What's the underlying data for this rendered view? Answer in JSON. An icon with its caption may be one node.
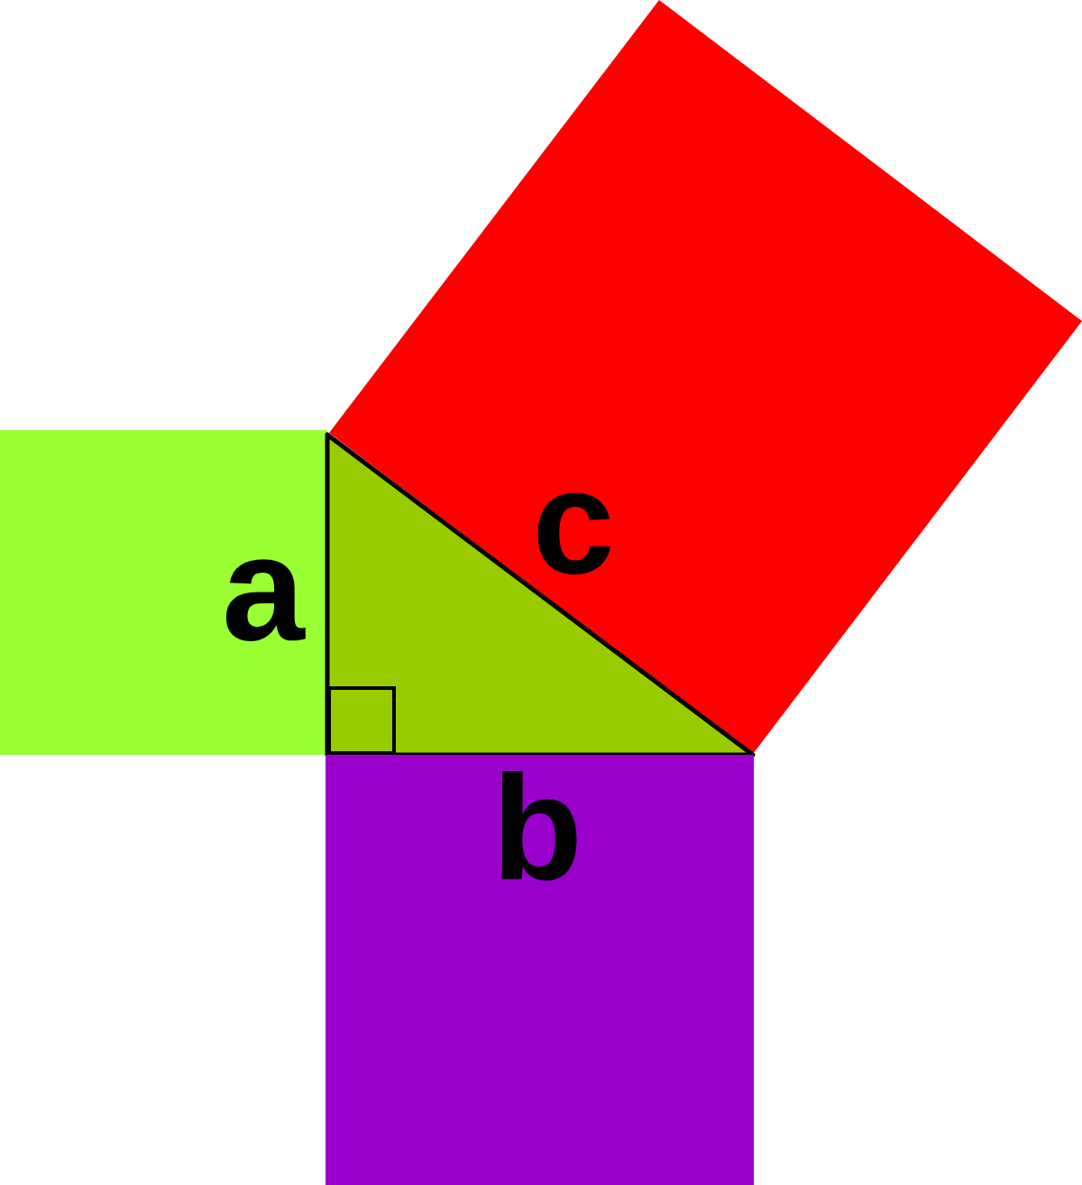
{
  "diagram": {
    "nodes": [
      {
        "text": [
          "c"
        ]
      },
      {
        "text": [
          "a"
        ]
      },
      {
        "text": [],
        "shape": "triangle"
      },
      {
        "text": [
          "b"
        ]
      }
    ]
  }
}
